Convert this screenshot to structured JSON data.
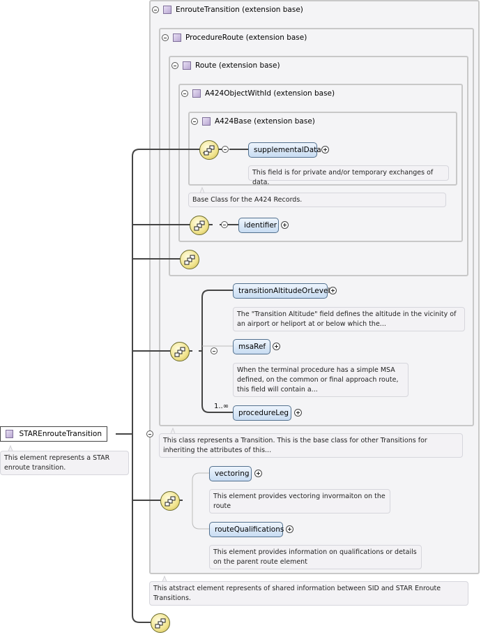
{
  "root": {
    "label": "STAREnrouteTransition",
    "doc": "This element represents a STAR enroute transition."
  },
  "groups": {
    "enroute": "EnrouteTransition (extension base)",
    "procedure_route": "ProcedureRoute (extension base)",
    "route": "Route (extension base)",
    "object_with_id": "A424ObjectWithId (extension base)",
    "base": "A424Base (extension base)"
  },
  "elements": {
    "supplemental_data": "supplementalData",
    "supplemental_doc": "This field is for private and/or temporary exchanges of data.",
    "base_doc": "Base Class for the A424 Records.",
    "identifier": "identifier",
    "transition_altitude": "transitionAltitudeOrLevel",
    "transition_altitude_doc": "The \"Transition Altitude\" field defines the altitude in the vicinity of an airport or heliport at or below which the...",
    "msa_ref": "msaRef",
    "msa_ref_doc": "When the terminal procedure has a simple MSA defined, on the common or final approach route, this field will contain a...",
    "procedure_leg": "procedureLeg",
    "procedure_leg_mult": "1..∞",
    "transition_doc": "This class represents a Transition. This is the base class for other Transitions for inheriting the attributes of this...",
    "vectoring": "vectoring",
    "vectoring_doc": "This element provides vectoring invormaiton on the route",
    "route_qualifications": "routeQualifications",
    "route_qualifications_doc": "This element provides information on qualifications or details on the parent route element",
    "enroute_doc": "This atstract element represents of shared information between SID and STAR Enroute Transitions."
  },
  "colors": {
    "element_fill": "#c8dcf2",
    "sequence_fill": "#f1e48e",
    "group_border": "#c8c8c8",
    "doc_fill": "#f3f2f5"
  },
  "icons": [
    "collapse-icon",
    "expand-icon",
    "sequence-compositor-icon",
    "complex-type-icon"
  ]
}
